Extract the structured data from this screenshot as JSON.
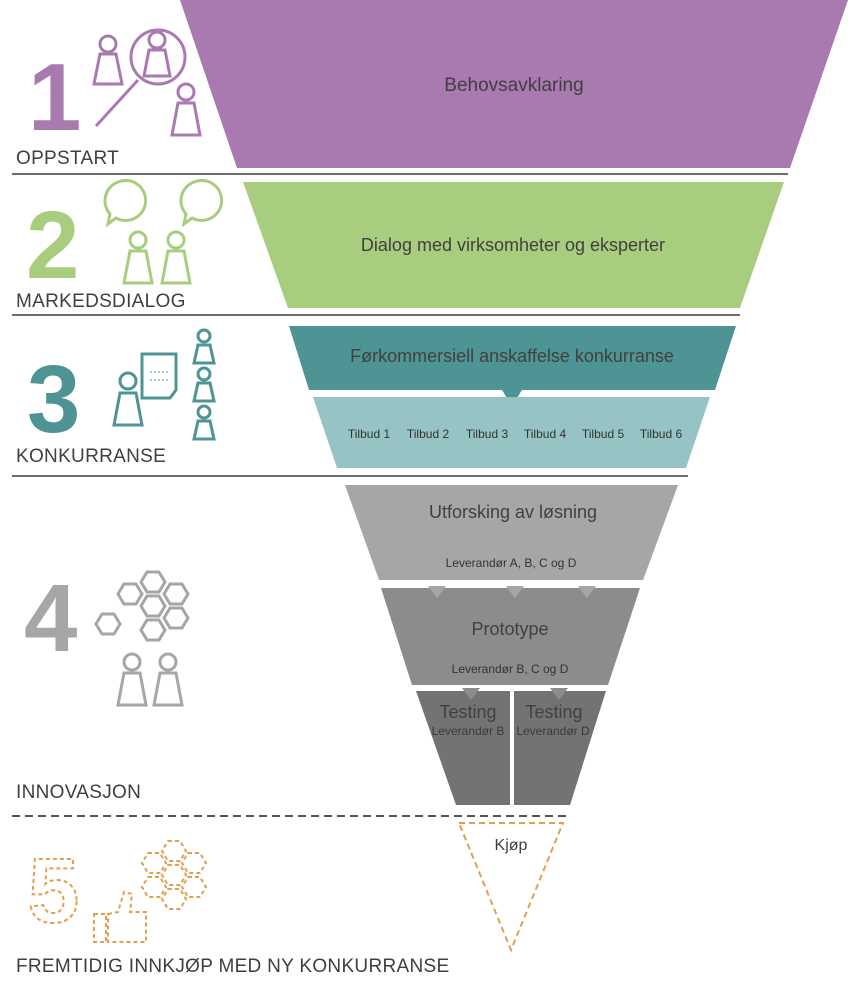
{
  "stages": [
    {
      "number": "1",
      "label": "OPPSTART",
      "color": "#a97ab0"
    },
    {
      "number": "2",
      "label": "MARKEDSDIALOG",
      "color": "#a8cd7f"
    },
    {
      "number": "3",
      "label": "KONKURRANSE",
      "color": "#4f9494"
    },
    {
      "number": "4",
      "label": "INNOVASJON",
      "color": "#a6a6a6"
    },
    {
      "number": "5",
      "label": "FREMTIDIG INNKJØP MED NY KONKURRANSE",
      "color": "#e0a050"
    }
  ],
  "funnel": {
    "behov": "Behovsavklaring",
    "dialog": "Dialog med virksomheter og eksperter",
    "konkurranse": "Førkommersiell anskaffelse konkurranse",
    "tilbud": [
      "Tilbud 1",
      "Tilbud 2",
      "Tilbud 3",
      "Tilbud 4",
      "Tilbud 5",
      "Tilbud 6"
    ],
    "utforsking": "Utforsking av løsning",
    "utforsking_sub": "Leverandør A, B, C og D",
    "prototype": "Prototype",
    "prototype_sub": "Leverandør B, C og D",
    "testing_left": "Testing",
    "testing_left_sub": "Leverandør B",
    "testing_right": "Testing",
    "testing_right_sub": "Leverandør D",
    "kjop": "Kjøp"
  },
  "colors": {
    "purple": "#a97ab0",
    "green": "#a8cd7f",
    "teal_dark": "#4f9494",
    "teal_light": "#96c3c3",
    "gray_light": "#a6a6a6",
    "gray_mid": "#8c8c8c",
    "gray_dark": "#737373",
    "orange": "#e0a050"
  }
}
